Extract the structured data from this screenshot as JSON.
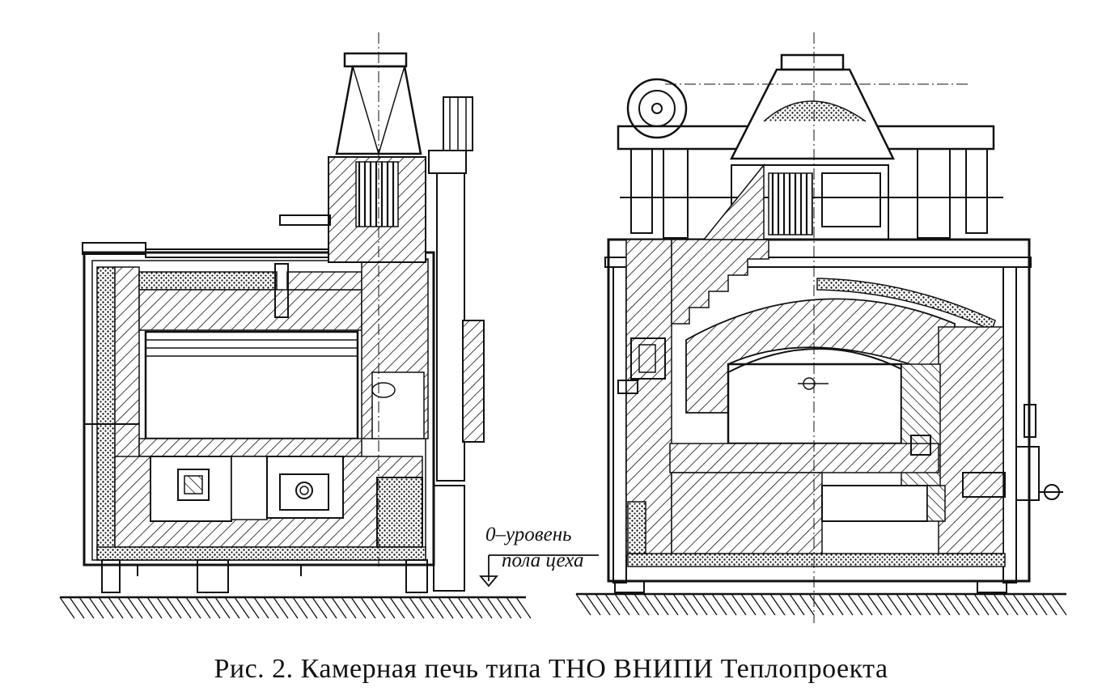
{
  "figure": {
    "caption": "Рис. 2. Камерная печь типа ТНО ВНИПИ Теплопроекта",
    "annotation": {
      "line1": "0–уровень",
      "line2": "пола цеха"
    }
  }
}
